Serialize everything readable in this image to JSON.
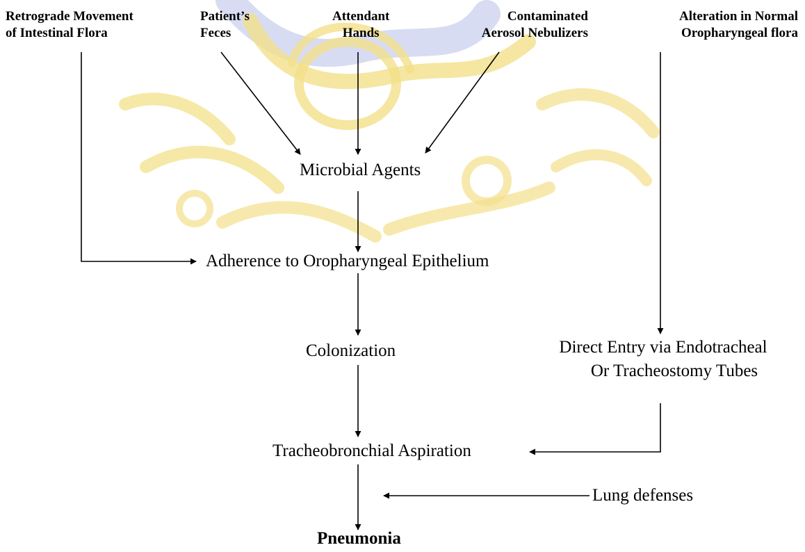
{
  "diagram": {
    "sources": {
      "intestinal": [
        "Retrograde Movement",
        "of  Intestinal Flora"
      ],
      "feces": [
        "Patient’s",
        "Feces"
      ],
      "hands": [
        "Attendant",
        "Hands"
      ],
      "nebulizers": [
        "Contaminated",
        "Aerosol Nebulizers"
      ],
      "oropharyngeal": [
        "Alteration in Normal",
        "Oropharyngeal flora"
      ]
    },
    "nodes": {
      "microbial": "Microbial Agents",
      "adherence": "Adherence to Oropharyngeal Epithelium",
      "colonization": "Colonization",
      "direct_entry": [
        "Direct Entry via Endotracheal",
        "Or Tracheostomy Tubes"
      ],
      "aspiration": "Tracheobronchial Aspiration",
      "lung_defenses": "Lung defenses",
      "pneumonia": "Pneumonia"
    },
    "colors": {
      "line": "#000000",
      "watermark_blue": "#c8cdec",
      "watermark_gold": "#f3e08a"
    }
  }
}
